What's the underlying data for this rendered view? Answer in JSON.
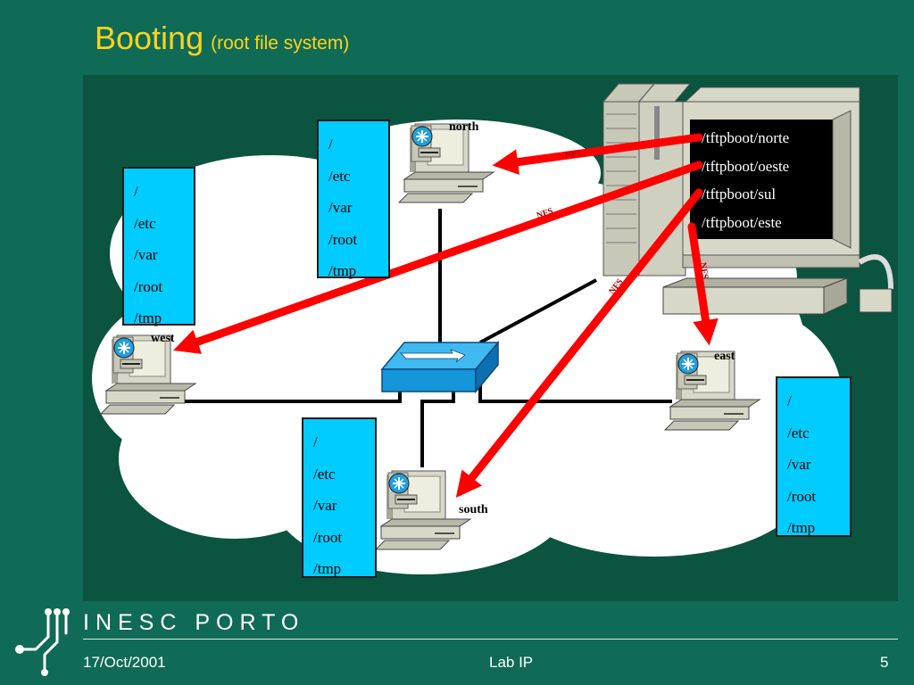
{
  "slide": {
    "title": "Booting",
    "subtitle": "(root file system)"
  },
  "server": {
    "paths": [
      "/tftpboot/norte",
      "/tftpboot/oeste",
      "/tftpboot/sul",
      "/tftpboot/este"
    ]
  },
  "hosts": {
    "north": "north",
    "west": "west",
    "east": "east",
    "south": "south"
  },
  "nfs_label": "NFS",
  "dir_boxes": {
    "north": [
      "/",
      "/etc",
      "/var",
      "/root",
      "/tmp"
    ],
    "west": [
      "/",
      "/etc",
      "/var",
      "/root",
      "/tmp"
    ],
    "east": [
      "/",
      "/etc",
      "/var",
      "/root",
      "/tmp"
    ],
    "south": [
      "/",
      "/etc",
      "/var",
      "/root",
      "/tmp"
    ]
  },
  "colors": {
    "background": "#0f6b55",
    "panel": "#0a5440",
    "title": "#ffd21f",
    "arrow": "#ff0000",
    "dir_box": "#00ccff",
    "switch": "#1496d8"
  },
  "footer": {
    "brand": "INESC PORTO",
    "date": "17/Oct/2001",
    "center": "Lab IP",
    "page": "5"
  }
}
